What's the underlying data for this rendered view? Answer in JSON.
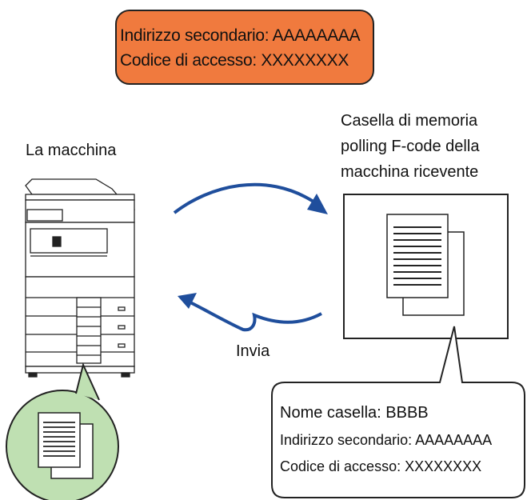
{
  "top_box": {
    "line1": "Indirizzo secondario: AAAAAAAA",
    "line2": "Codice di accesso: XXXXXXXX",
    "fill": "#f07a3e"
  },
  "machine": {
    "label": "La macchina"
  },
  "receiver": {
    "label_line1": "Casella di memoria",
    "label_line2": "polling F-code della",
    "label_line3": "macchina ricevente"
  },
  "send_label": "Invia",
  "info_box": {
    "line1": "Nome casella: BBBB",
    "line2": "Indirizzo secondario: AAAAAAAA",
    "line3": "Codice di accesso: XXXXXXXX"
  },
  "colors": {
    "arrow": "#1f4e9c",
    "circle": "#bfe0b2"
  }
}
